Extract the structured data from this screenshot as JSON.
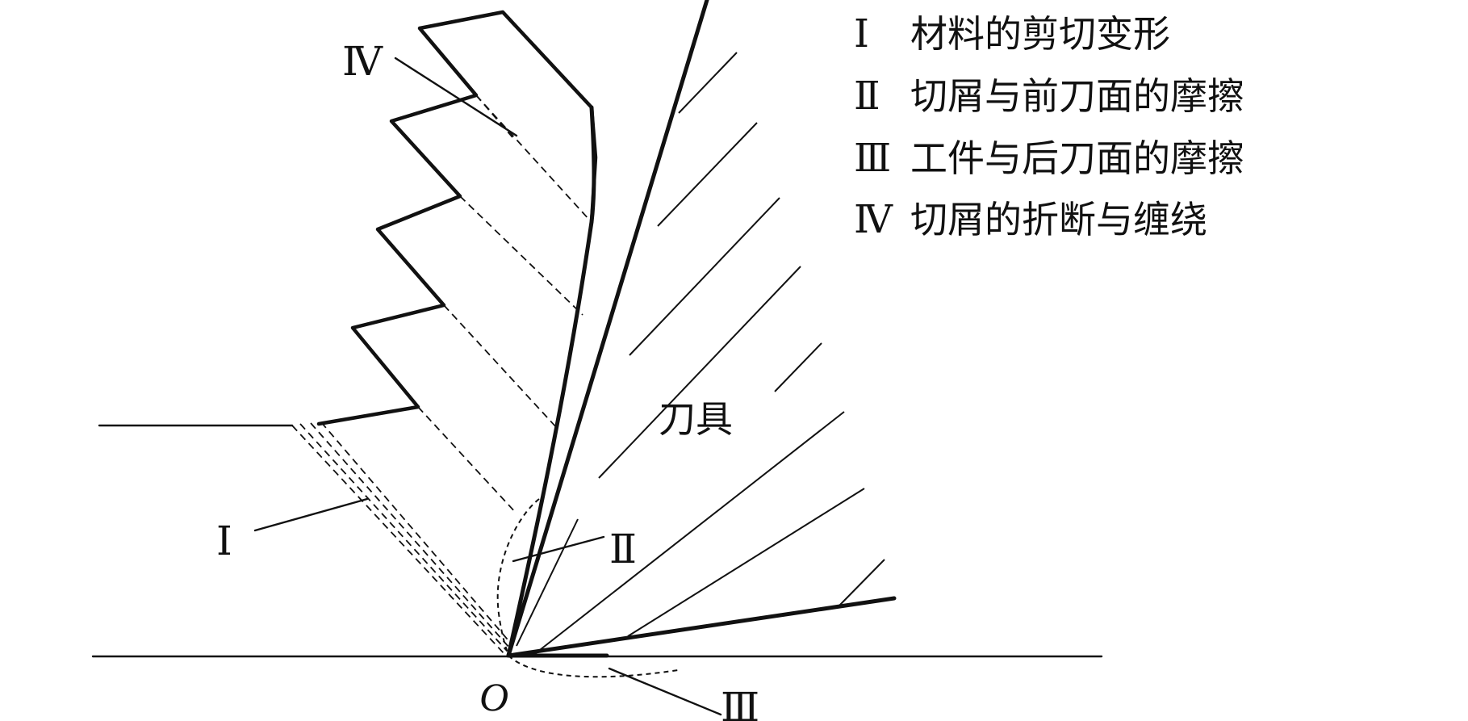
{
  "diagram": {
    "origin_label": "O",
    "tool_label": "刀具",
    "zone_labels": {
      "I": "Ⅰ",
      "II": "Ⅱ",
      "III": "Ⅲ",
      "IV": "Ⅳ"
    }
  },
  "legend": {
    "items": [
      {
        "numeral": "Ⅰ",
        "text": "材料的剪切变形"
      },
      {
        "numeral": "Ⅱ",
        "text": "切屑与前刀面的摩擦"
      },
      {
        "numeral": "Ⅲ",
        "text": "工件与后刀面的摩擦"
      },
      {
        "numeral": "Ⅳ",
        "text": "切屑的折断与缠绕"
      }
    ]
  }
}
